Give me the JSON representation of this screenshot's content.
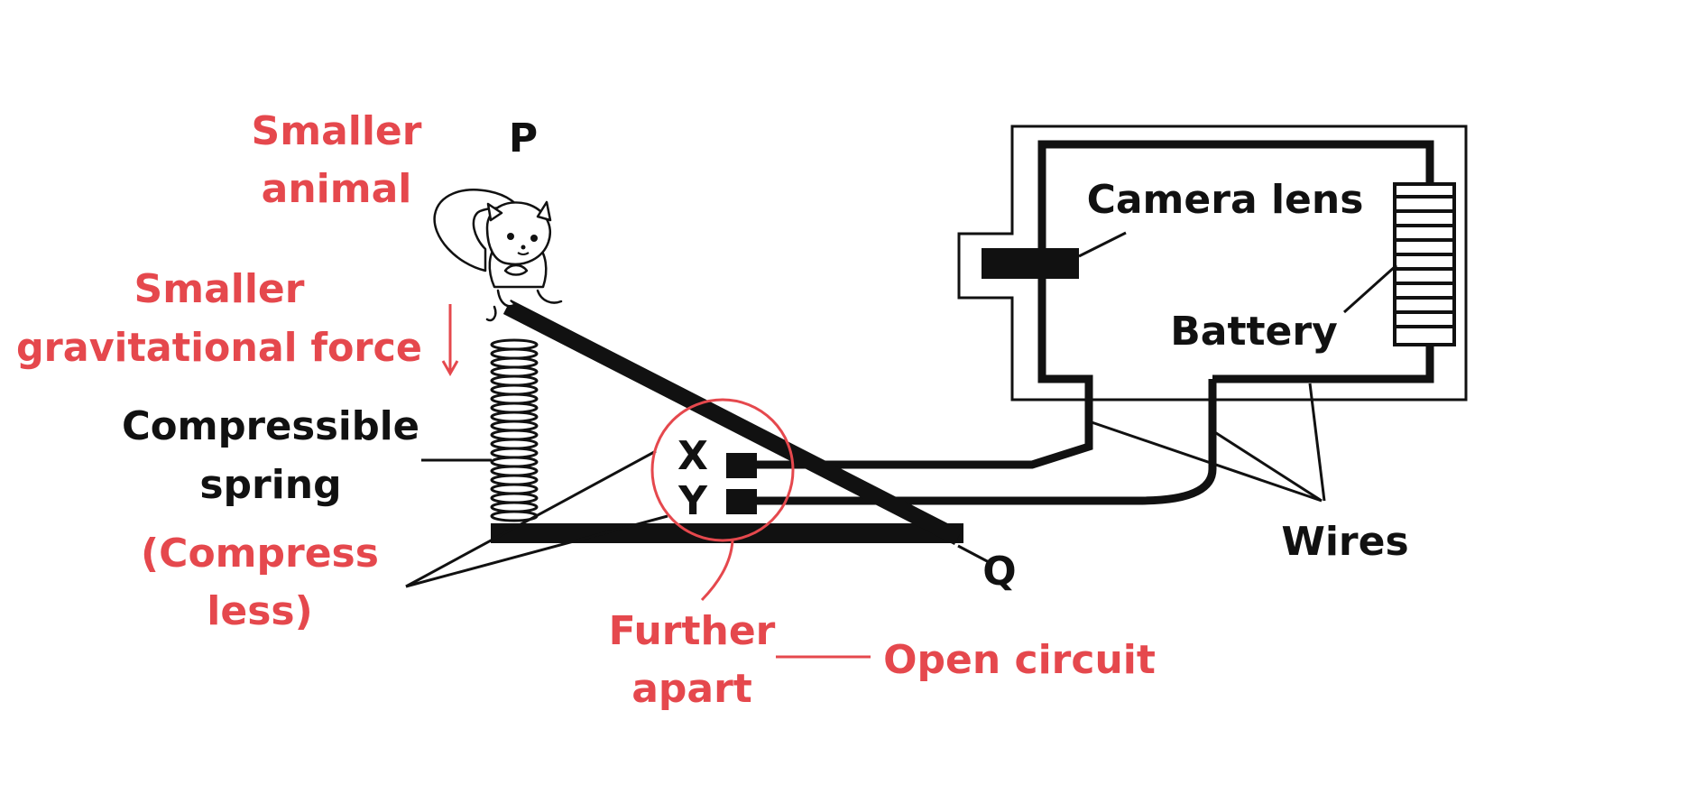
{
  "colors": {
    "ink": "#111111",
    "annotation": "#e5484d",
    "background": "#ffffff"
  },
  "labels": {
    "point_p": "P",
    "point_q": "Q",
    "point_x": "X",
    "point_y": "Y",
    "camera_lens": "Camera lens",
    "battery": "Battery",
    "wires": "Wires",
    "spring_line1": "Compressible",
    "spring_line2": "spring"
  },
  "annotations": {
    "smaller_animal_line1": "Smaller",
    "smaller_animal_line2": "animal",
    "gravity_line1": "Smaller",
    "gravity_line2": "gravitational force",
    "compress_line1": "(Compress",
    "compress_line2": "less)",
    "further_line1": "Further",
    "further_line2": "apart",
    "open_circuit": "Open circuit"
  },
  "icons": {
    "animal": "squirrel-icon"
  }
}
